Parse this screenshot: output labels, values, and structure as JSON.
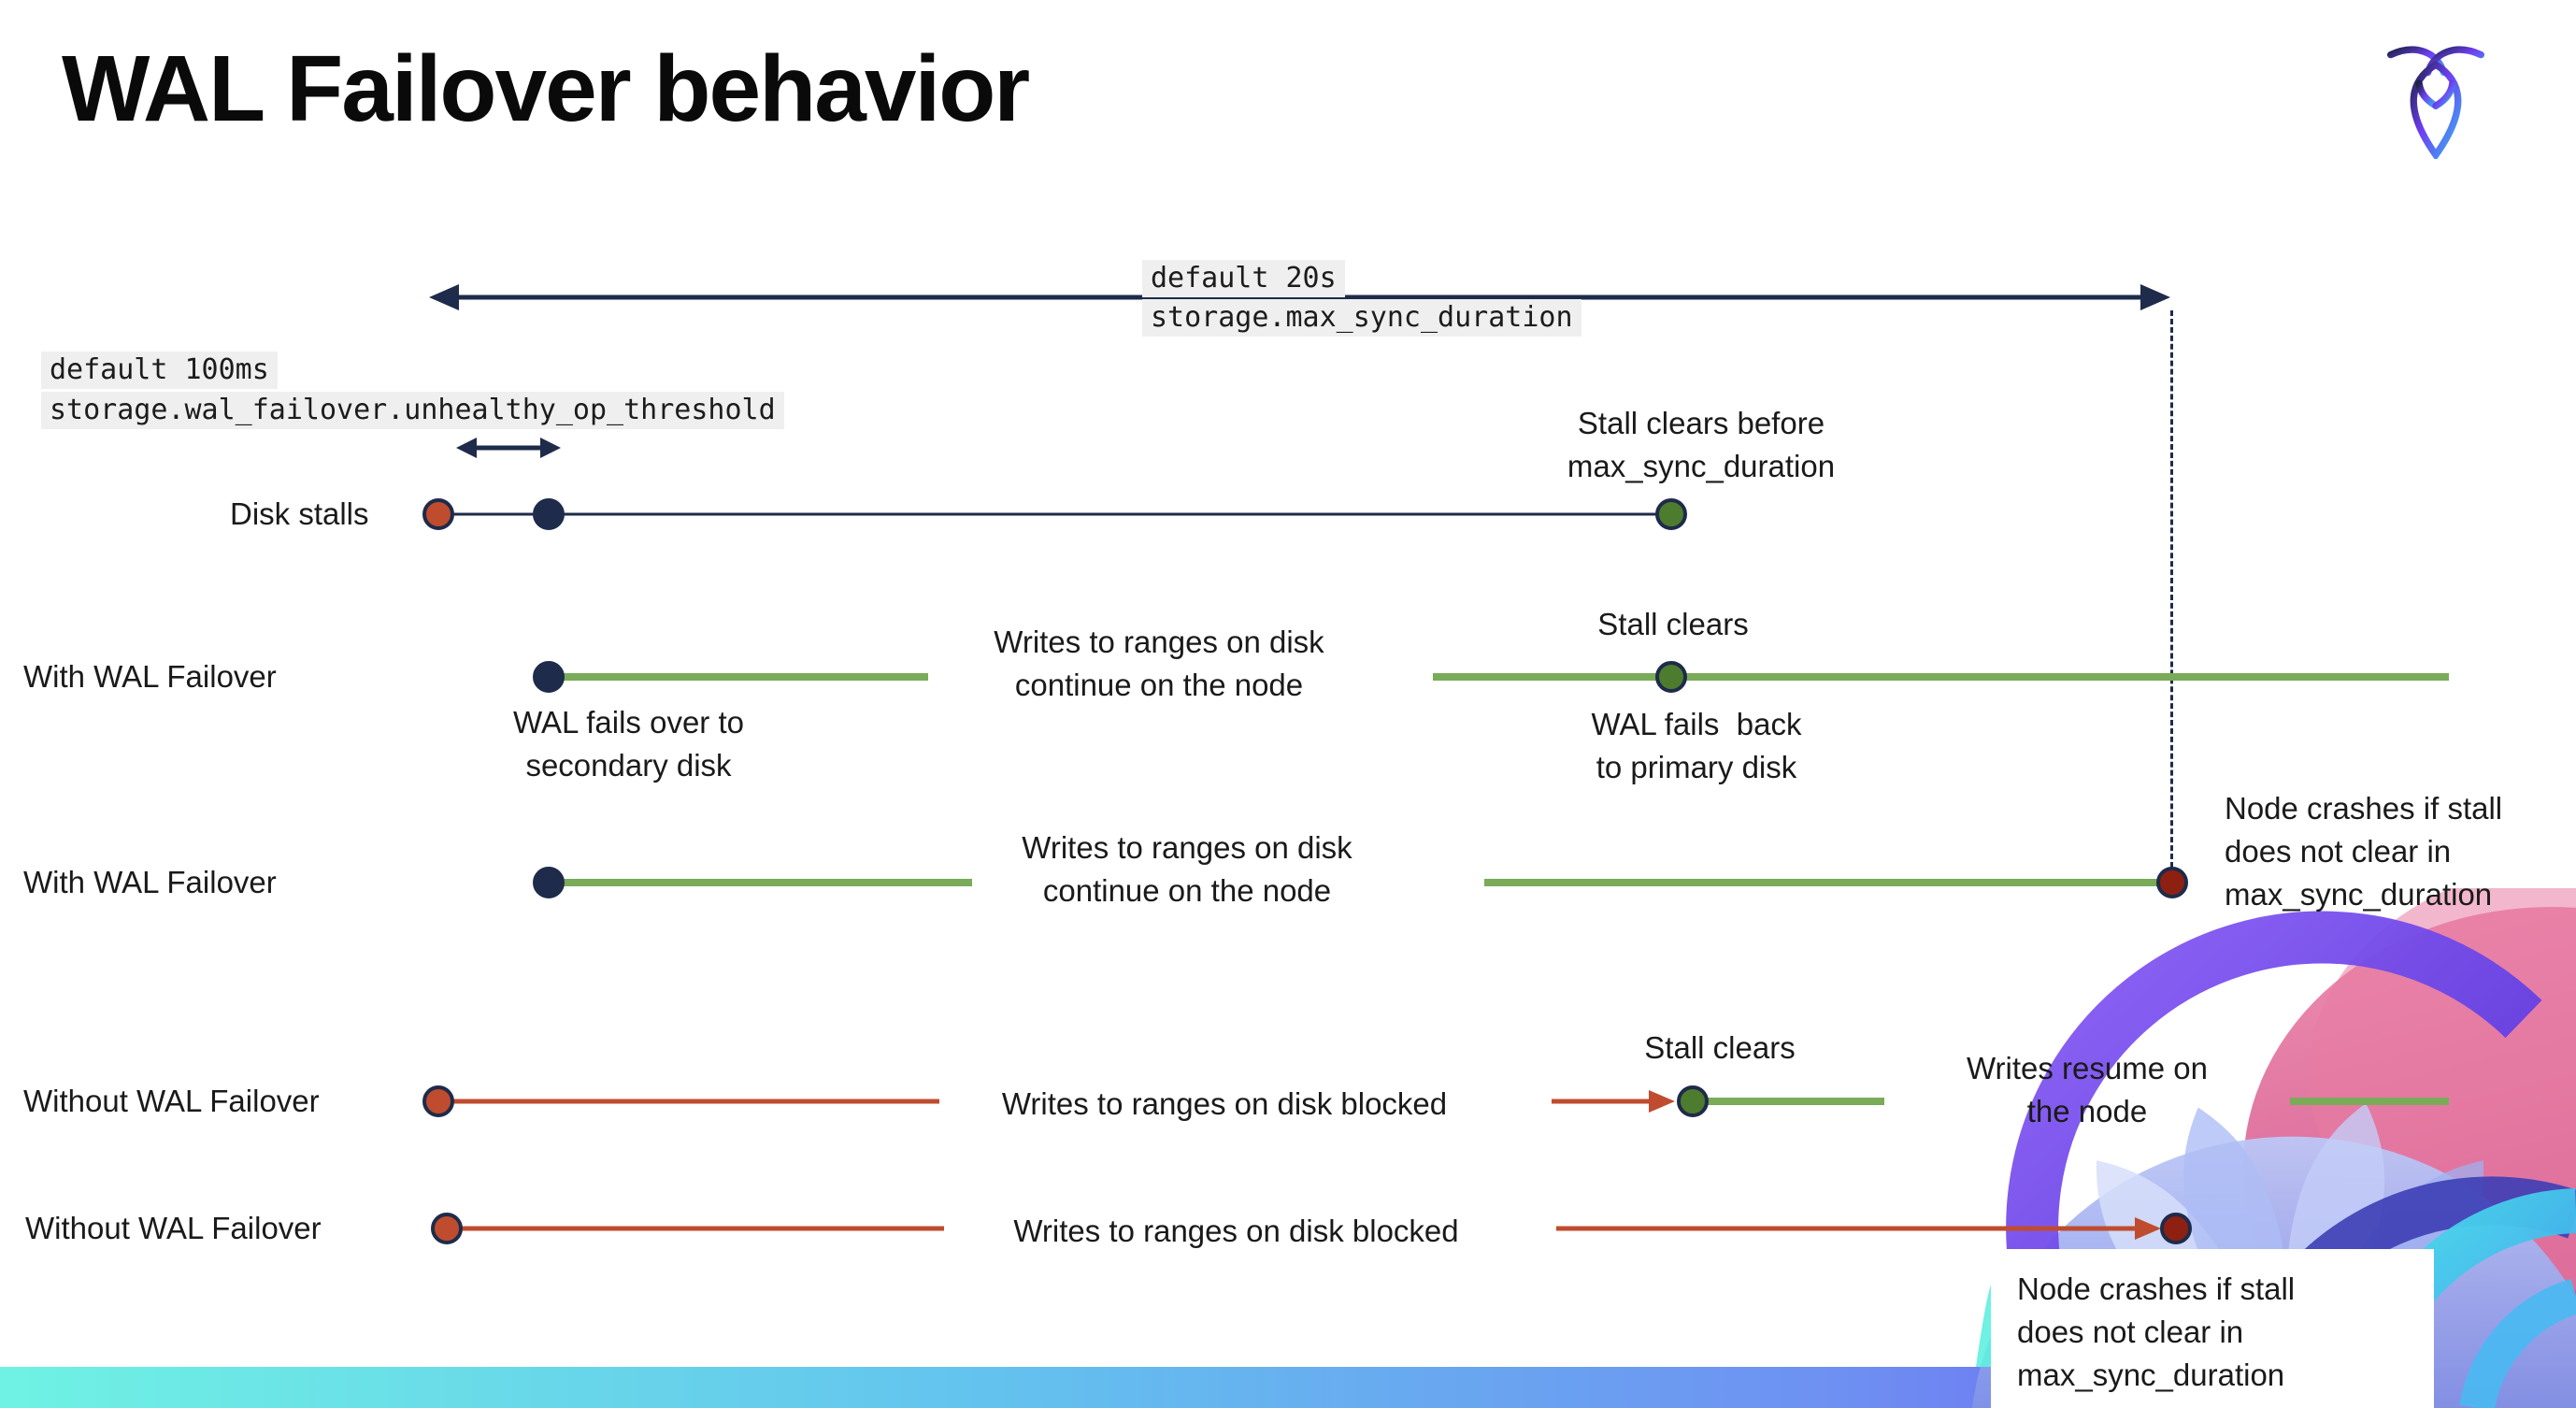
{
  "title": "WAL Failover behavior",
  "logo": "cockroachdb-logo",
  "settings": {
    "max_sync": {
      "default_label": "default 20s",
      "name": "storage.max_sync_duration"
    },
    "unhealthy_op": {
      "default_label": "default 100ms",
      "name": "storage.wal_failover.unhealthy_op_threshold"
    }
  },
  "rows": {
    "disk_stalls": {
      "label": "Disk stalls"
    },
    "with_failover_1": {
      "label": "With WAL Failover"
    },
    "with_failover_2": {
      "label": "With WAL Failover"
    },
    "without_failover_1": {
      "label": "Without WAL Failover"
    },
    "without_failover_2": {
      "label": "Without WAL Failover"
    }
  },
  "annotations": {
    "stall_clears_before": [
      "Stall clears before",
      "max_sync_duration"
    ],
    "stall_clears": "Stall clears",
    "writes_continue": [
      "Writes to ranges on disk",
      "continue on the node"
    ],
    "wal_fails_over": [
      "WAL fails over to",
      "secondary disk"
    ],
    "wal_fails_back": [
      "WAL fails  back",
      "to primary disk"
    ],
    "writes_blocked": "Writes to ranges on disk  blocked",
    "writes_resume": [
      "Writes resume on",
      "the node"
    ],
    "node_crashes": [
      "Node crashes if stall",
      "does not clear in",
      "max_sync_duration"
    ]
  },
  "colors": {
    "navy": "#1e2b4a",
    "green_line": "#7aab59",
    "green_dot": "#4e7c2e",
    "red": "#bf4c2e",
    "maroon": "#8e2012",
    "label_bg": "#efefef",
    "text": "#1a1a1a",
    "grad_a": "#6ff2e3",
    "grad_b": "#63c3ee",
    "grad_c": "#6e8ff2",
    "grad_d": "#6a46ef"
  }
}
